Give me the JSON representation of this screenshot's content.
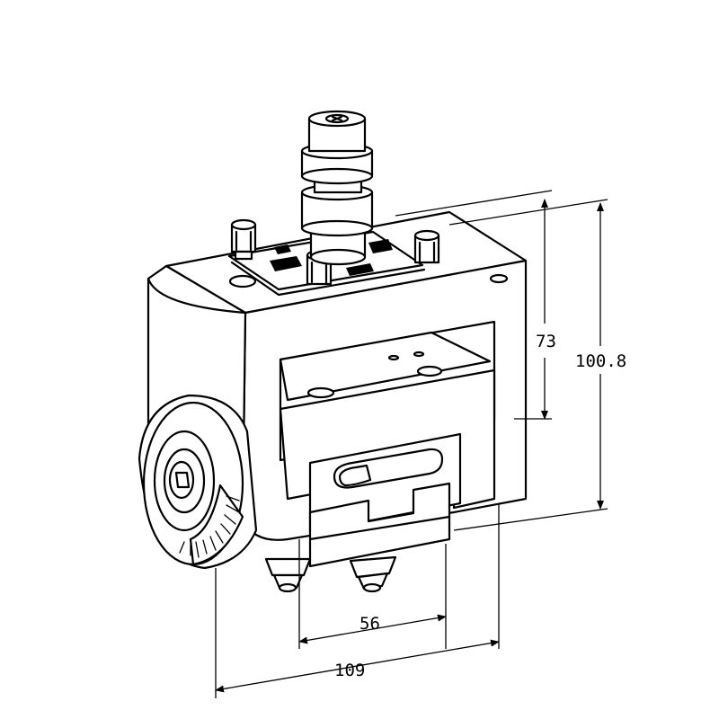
{
  "dimensions": {
    "height_upper": "73",
    "height_overall": "100.8",
    "width_lower": "56",
    "width_overall": "109"
  }
}
